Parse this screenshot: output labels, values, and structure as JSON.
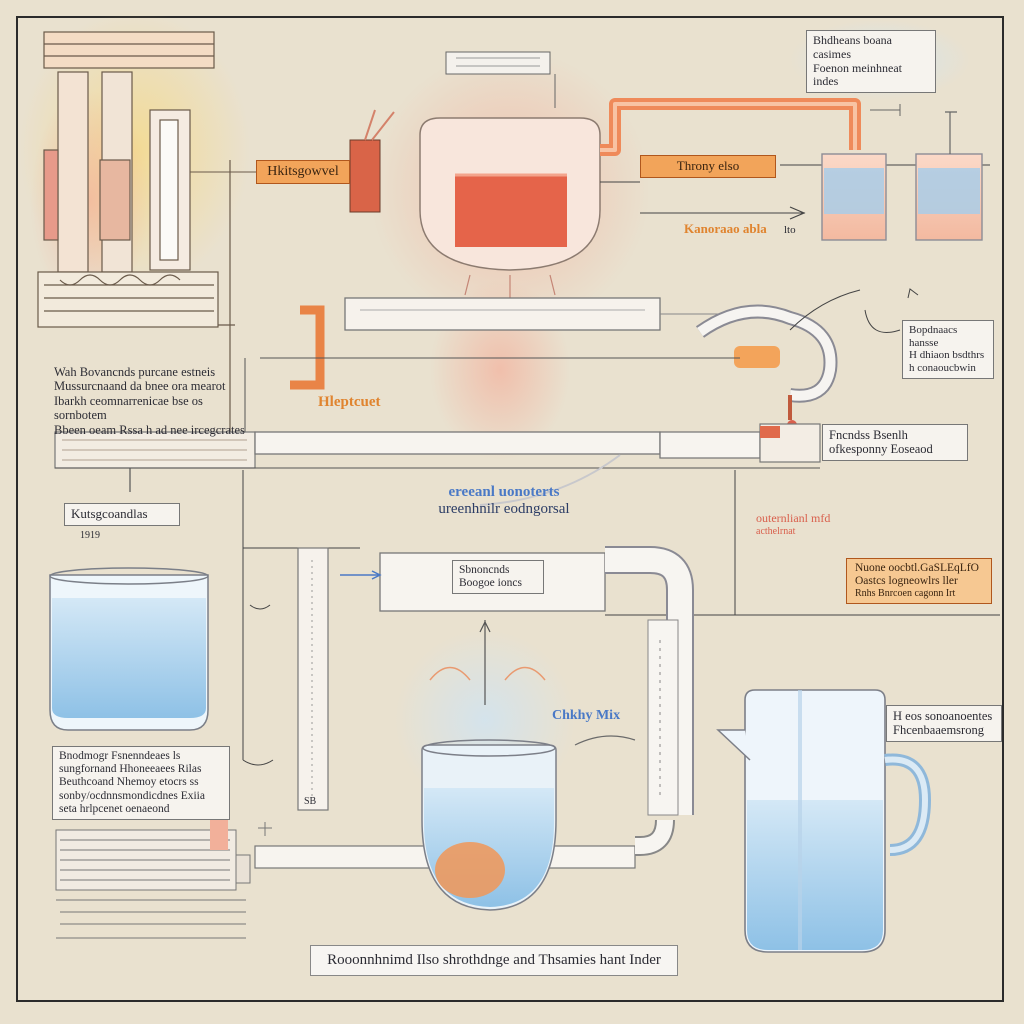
{
  "labels": {
    "top_right_note": [
      "Bhdheans boana casimes",
      "Foenon meinhneat indes"
    ],
    "heater_tag": "Hkitsgowvel",
    "vessel_tag": "Throny elso",
    "flow_note": "Kanoraao abla",
    "flow_note_suffix": "lto",
    "right_mid_box": [
      "Bopdnaacs hansse",
      "H dhiaon bsdthrs",
      "h conaoucbwin"
    ],
    "left_paragraph": [
      "Wah Bovancnds purcane estneis",
      "Mussurcnaand da bnee ora mearot",
      "Ibarkh ceomnarrenicae bse os sornbotem",
      "Bbeen oeam Rssa h ad nee ircegcrates"
    ],
    "orange_side_label": "Hleptcuet",
    "pipe_tag_right": [
      "Fncndss Bsenlh",
      "ofkesponny Eoseaod"
    ],
    "center_blue_label": [
      "ereeanl uonoterts",
      "ureenhnilr eodngorsal"
    ],
    "left_small_box": "Kutsgcoandlas",
    "left_small_box_sub": "1919",
    "red_note": [
      "outernlianl mfd",
      "acthelrnat"
    ],
    "right_orange_box": [
      "Nuone oocbtl.GaSLEqLfO",
      "Oastcs logneowlrs ller",
      "Rnhs Bnrcoen cagonn Irt"
    ],
    "center_box": [
      "Sbnoncnds",
      "Boogoe ioncs"
    ],
    "cup_label": "Chkhy Mix",
    "right_bottom_box": [
      "H eos sonoanoentes",
      "Fhcenbaaemsrong"
    ],
    "left_bottom_note": [
      "Bnodmogr Fsnenndeaes ls",
      "sungfornand Hhoneeaees Rilas",
      "Beuthcoand Nhemoy etocrs ss",
      "sonby/ocdnnsmondicdnes Exiia",
      "seta hrlpcenet oenaeond"
    ],
    "tube_mark": "SB",
    "bottom_title": "Rooonnhnimd Ilso shrothdnge and Thsamies hant Inder"
  },
  "colors": {
    "background": "#e9e1cf",
    "water": "#a9d0ec",
    "liquid_red": "#e2553a",
    "pipe_orange": "#ef8a5a",
    "accent_orange": "#f2a45a",
    "accent_blue": "#4a79c6"
  }
}
